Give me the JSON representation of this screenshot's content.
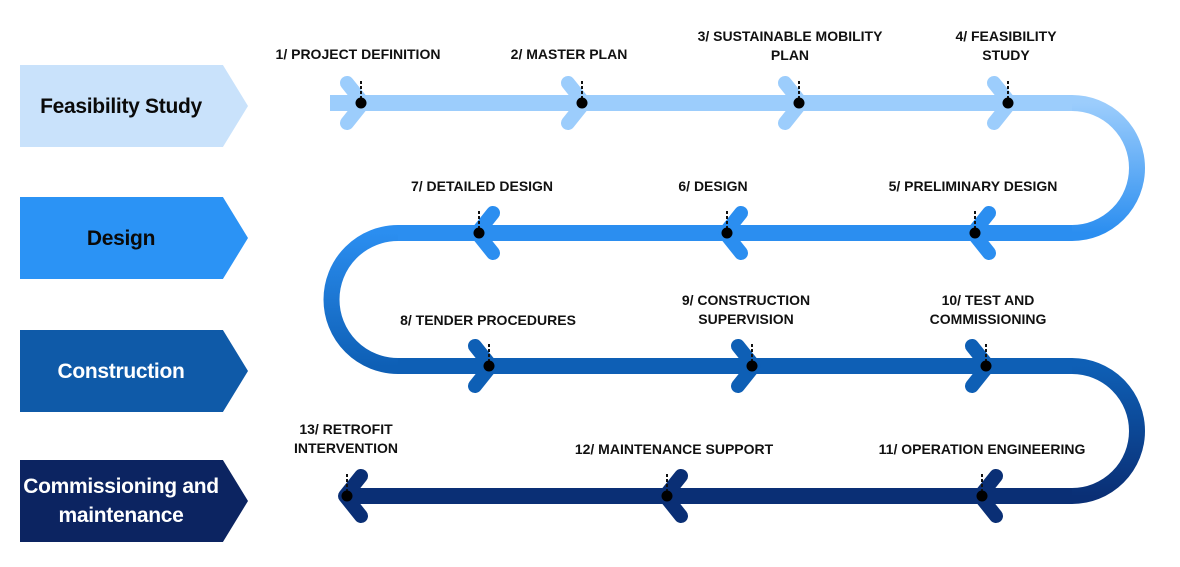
{
  "phases": [
    {
      "label": "Feasibility Study",
      "color": "#c9e2fb",
      "text_color": "#0a0a0a"
    },
    {
      "label": "Design",
      "color": "#2b93f5",
      "text_color": "#0a0a0a"
    },
    {
      "label": "Construction",
      "color": "#0f5aa8",
      "text_color": "#ffffff"
    },
    {
      "label": "Commissioning and maintenance",
      "color": "#0c2461",
      "text_color": "#ffffff"
    }
  ],
  "road_colors": [
    "#9ccdfc",
    "#2b8ef0",
    "#0e5fb5",
    "#0a2f75"
  ],
  "steps": [
    {
      "number": 1,
      "label": "1/ PROJECT DEFINITION",
      "lines": [
        "1/ PROJECT DEFINITION"
      ],
      "phase": 0,
      "direction": "right"
    },
    {
      "number": 2,
      "label": "2/ MASTER PLAN",
      "lines": [
        "2/ MASTER PLAN"
      ],
      "phase": 0,
      "direction": "right"
    },
    {
      "number": 3,
      "label": "3/ SUSTAINABLE MOBILITY PLAN",
      "lines": [
        "3/ SUSTAINABLE MOBILITY",
        "PLAN"
      ],
      "phase": 0,
      "direction": "right"
    },
    {
      "number": 4,
      "label": "4/ FEASIBILITY STUDY",
      "lines": [
        "4/ FEASIBILITY",
        "STUDY"
      ],
      "phase": 0,
      "direction": "right"
    },
    {
      "number": 5,
      "label": "5/ PRELIMINARY DESIGN",
      "lines": [
        "5/ PRELIMINARY DESIGN"
      ],
      "phase": 1,
      "direction": "left"
    },
    {
      "number": 6,
      "label": "6/ DESIGN",
      "lines": [
        "6/ DESIGN"
      ],
      "phase": 1,
      "direction": "left"
    },
    {
      "number": 7,
      "label": "7/ DETAILED DESIGN",
      "lines": [
        "7/ DETAILED DESIGN"
      ],
      "phase": 1,
      "direction": "left"
    },
    {
      "number": 8,
      "label": "8/ TENDER PROCEDURES",
      "lines": [
        "8/ TENDER PROCEDURES"
      ],
      "phase": 2,
      "direction": "right"
    },
    {
      "number": 9,
      "label": "9/ CONSTRUCTION SUPERVISION",
      "lines": [
        "9/ CONSTRUCTION",
        "SUPERVISION"
      ],
      "phase": 2,
      "direction": "right"
    },
    {
      "number": 10,
      "label": "10/ TEST AND COMMISSIONING",
      "lines": [
        "10/ TEST AND",
        "COMMISSIONING"
      ],
      "phase": 2,
      "direction": "right"
    },
    {
      "number": 11,
      "label": "11/ OPERATION ENGINEERING",
      "lines": [
        "11/ OPERATION ENGINEERING"
      ],
      "phase": 3,
      "direction": "left"
    },
    {
      "number": 12,
      "label": "12/ MAINTENANCE SUPPORT",
      "lines": [
        "12/ MAINTENANCE SUPPORT"
      ],
      "phase": 3,
      "direction": "left"
    },
    {
      "number": 13,
      "label": "13/ RETROFIT INTERVENTION",
      "lines": [
        "13/ RETROFIT",
        "INTERVENTION"
      ],
      "phase": 3,
      "direction": "left"
    }
  ]
}
